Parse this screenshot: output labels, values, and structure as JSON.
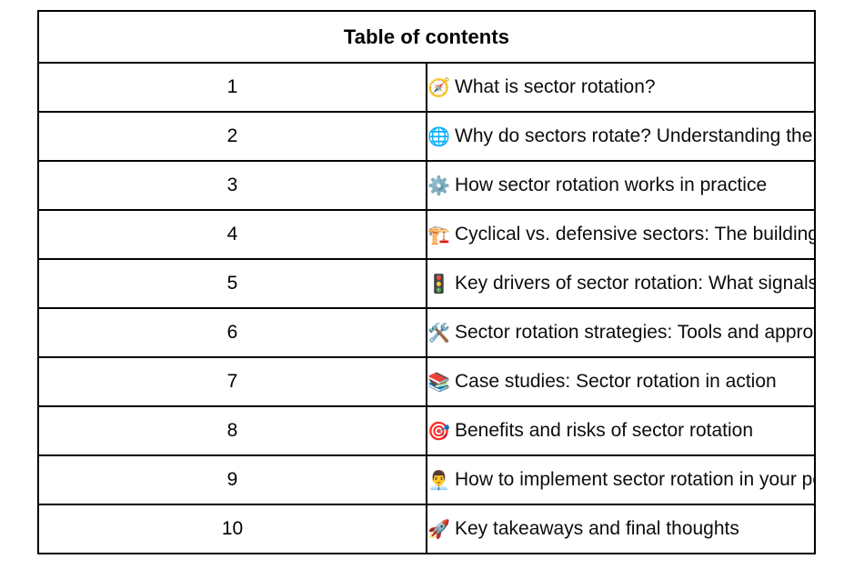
{
  "table": {
    "title": "Table of contents",
    "columns": [
      "number",
      "entry"
    ],
    "rows": [
      {
        "number": "1",
        "icon": "compass-icon",
        "glyph": "🧭",
        "label": "What is sector rotation?"
      },
      {
        "number": "2",
        "icon": "globe-icon",
        "glyph": "🌐",
        "label": "Why do sectors rotate? Understanding the economic cycle"
      },
      {
        "number": "3",
        "icon": "gear-icon",
        "glyph": "⚙️",
        "label": "How sector rotation works in practice"
      },
      {
        "number": "4",
        "icon": "building-construction-icon",
        "glyph": "🏗️",
        "label": "Cyclical vs. defensive sectors: The building blocks of rotation"
      },
      {
        "number": "5",
        "icon": "traffic-light-icon",
        "glyph": "🚦",
        "label": "Key drivers of sector rotation: What signals matter?"
      },
      {
        "number": "6",
        "icon": "hammer-and-wrench-icon",
        "glyph": "🛠️",
        "label": "Sector rotation strategies: Tools and approaches"
      },
      {
        "number": "7",
        "icon": "books-icon",
        "glyph": "📚",
        "label": "Case studies: Sector rotation in action"
      },
      {
        "number": "8",
        "icon": "target-icon",
        "glyph": "🎯",
        "label": "Benefits and risks of sector rotation"
      },
      {
        "number": "9",
        "icon": "office-worker-icon",
        "glyph": "👨‍💼",
        "label": "How to implement sector rotation in your portfolio"
      },
      {
        "number": "10",
        "icon": "rocket-icon",
        "glyph": "🚀",
        "label": "Key takeaways and final thoughts"
      }
    ]
  },
  "colors": {
    "border": "#000000",
    "background": "#ffffff",
    "text": "#0d0d0d"
  }
}
